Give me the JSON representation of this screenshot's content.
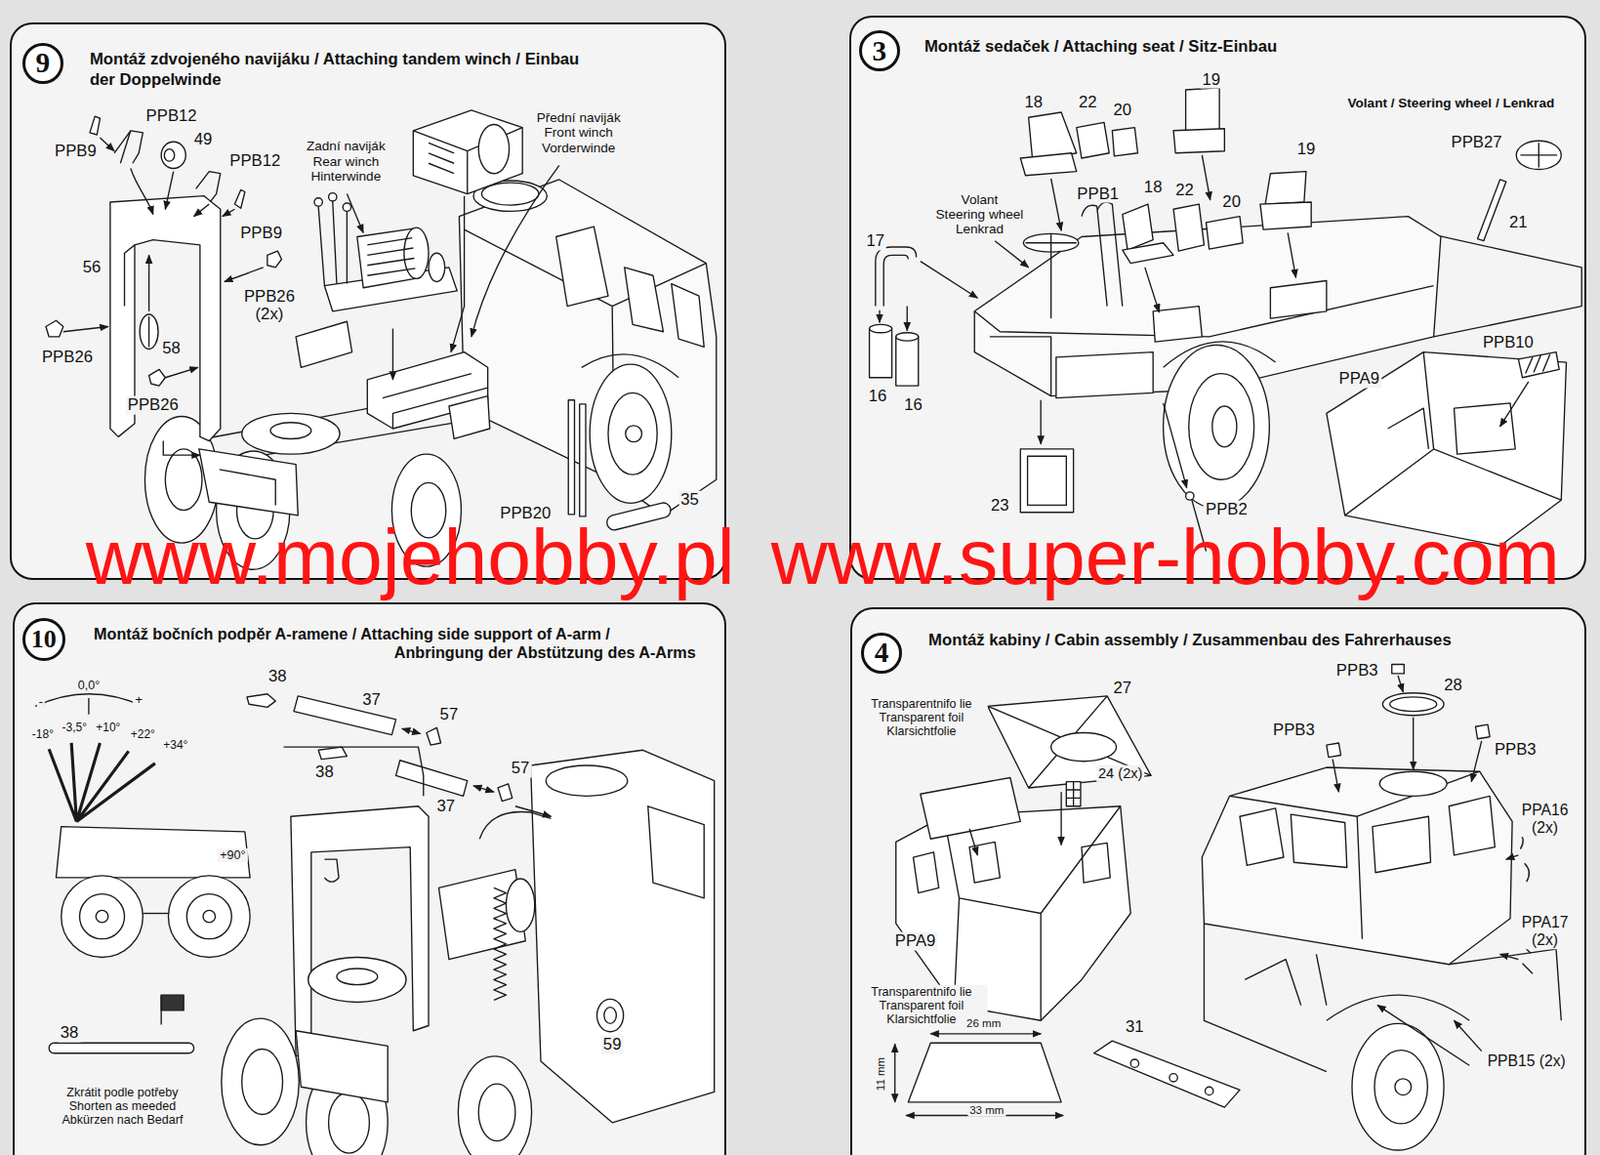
{
  "diagram": {
    "nodes": [
      {
        "text": [
          "Montáž zdvojeného navijáku / Attaching tandem winch / Einbau der Doppelwinde"
        ]
      },
      {
        "text": [
          "9"
        ],
        "in": 0
      },
      {
        "text": [
          "Montáž sedaček / Attaching seat / Sitz-Einbau"
        ]
      },
      {
        "text": [
          "3"
        ],
        "in": 2
      },
      {
        "text": [
          "Montáž bočních podpěr A-ramene / Attaching side support of A-arm / Anbringung der Abstützung des A-Arms"
        ]
      },
      {
        "text": [
          "10"
        ],
        "in": 4
      },
      {
        "text": [
          "Montáž kabiny / Cabin assembly / Zusammenbau des Fahrerhauses"
        ]
      },
      {
        "text": [
          "4"
        ],
        "in": 6
      }
    ],
    "labels": [
      "PPB12",
      "PPB9",
      "49",
      "PPB12",
      "PPB9",
      "56",
      "PPB26 (2x)",
      "58",
      "PPB26",
      "PPB26",
      "Zadní naviják Rear winch Hinterwinde",
      "Přední naviják Front winch Vorderwinde",
      "PPB20",
      "35",
      "www.mojehobby.pl",
      "www.super-hobby.com",
      "18",
      "22",
      "20",
      "19",
      "Volant / Steering wheel / Lenkrad",
      "PPB27",
      "21",
      "19",
      "Volant Steering wheel Lenkrad",
      "17",
      "PPB1",
      "18",
      "22",
      "20",
      "16",
      "16",
      "PPB10",
      "PPA9",
      "PPB2",
      "23",
      "0,0°",
      "-",
      "+",
      "-18°",
      "-3,5°",
      "+10°",
      "+22°",
      "+34°",
      "+90°",
      "38",
      "37",
      "57",
      "38",
      "37",
      "57",
      "59",
      "38",
      "Zkrátit podle potřeby Shorten as meeded Abkürzen nach Bedarf",
      "PPB3",
      "28",
      "27",
      "Transparentnifo lie Transparent foil Klarsichtfolie",
      "24 (2x)",
      "PPB3",
      "PPB3",
      "PPA16 (2x)",
      "PPA17 (2x)",
      "PPA9",
      "Transparentnifo lie Transparent foil Klarsichtfolie",
      "26 mm",
      "11 mm",
      "33 mm",
      "31",
      "PPB15 (2x)"
    ]
  }
}
